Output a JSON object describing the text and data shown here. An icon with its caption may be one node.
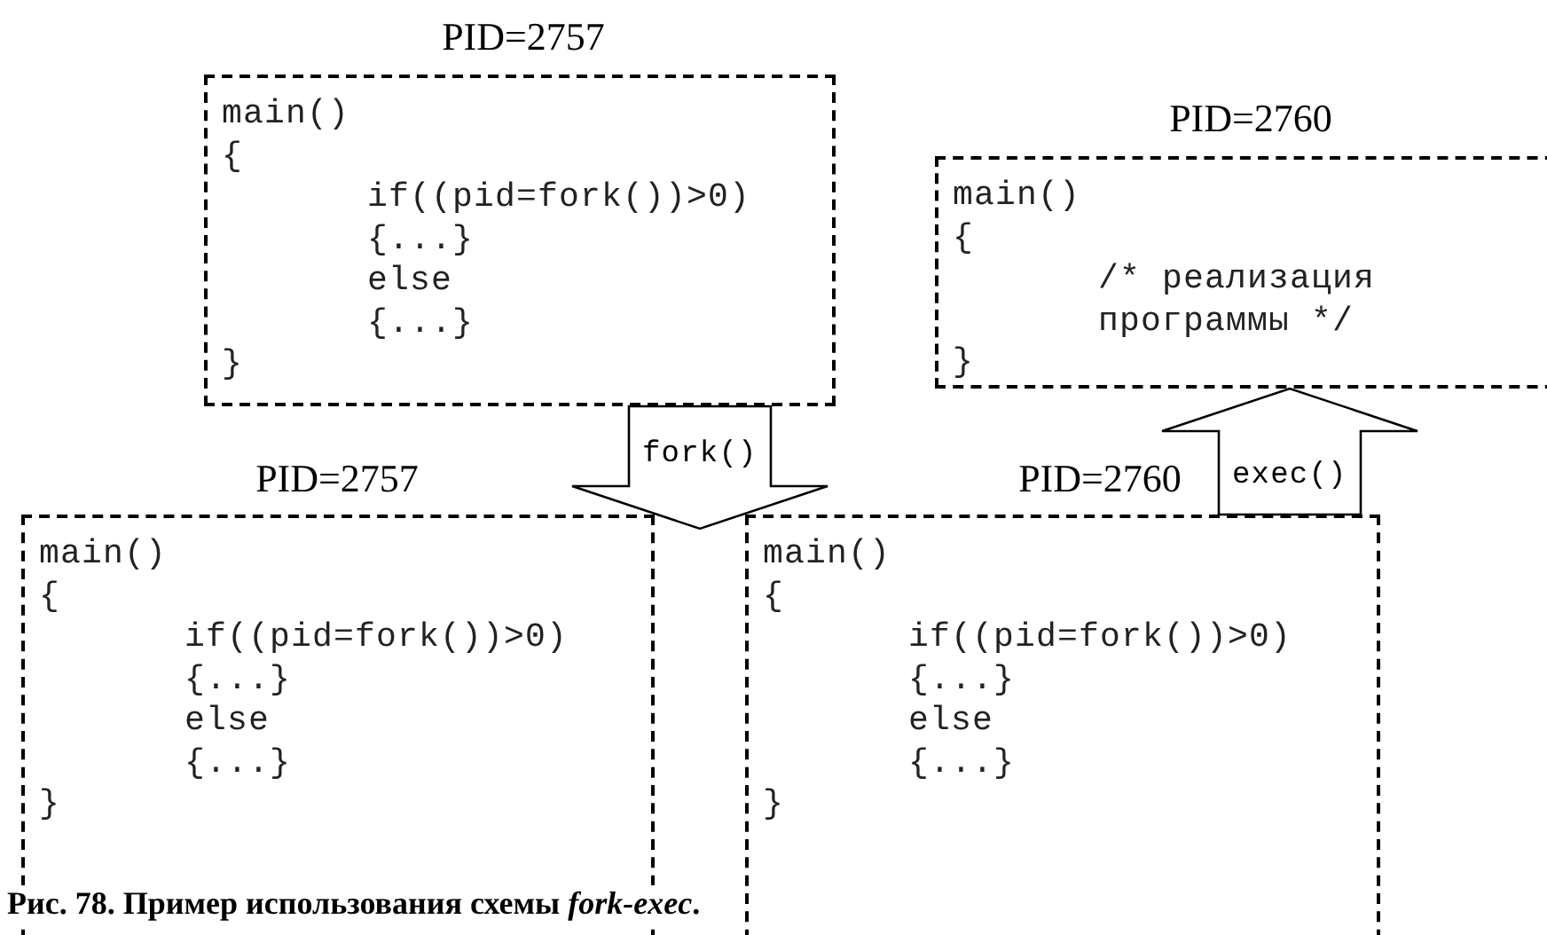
{
  "diagram": {
    "caption": "Рис. 78.  Пример использования схемы *fork-exec*.",
    "nodes": [
      {
        "text": [
          "PID=2757",
          "main()",
          "{",
          "if((pid=fork())>0)",
          "{...}",
          "else",
          "{...}",
          "}"
        ]
      },
      {
        "text": [
          "PID=2760",
          "main()",
          "{",
          "/* реализация программы */",
          "}"
        ]
      },
      {
        "text": [
          "PID=2757",
          "main()",
          "{",
          "if((pid=fork())>0)",
          "{...}",
          "else",
          "{...}",
          "}"
        ]
      },
      {
        "text": [
          "PID=2760",
          "main()",
          "{",
          "if((pid=fork())>0)",
          "{...}",
          "else",
          "{...}",
          "}"
        ]
      }
    ],
    "edges": [
      {
        "from": 0,
        "to": 2,
        "arrow": "to",
        "label": "fork()"
      },
      {
        "from": 0,
        "to": 3,
        "arrow": "to"
      },
      {
        "from": 3,
        "to": 1,
        "arrow": "to",
        "label": "exec()"
      }
    ]
  }
}
